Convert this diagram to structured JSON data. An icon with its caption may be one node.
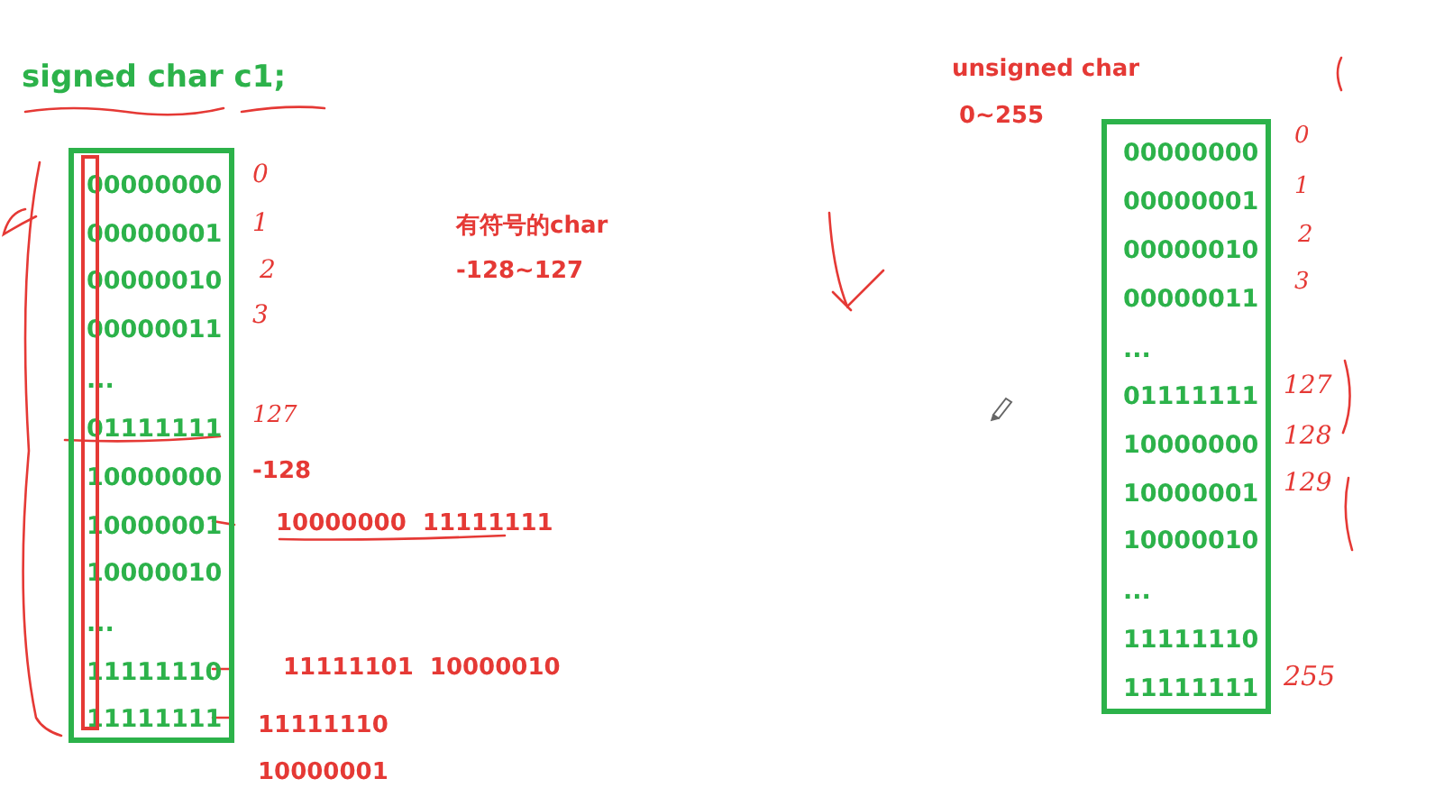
{
  "diagram": {
    "nodes": [
      {
        "text": [
          "00000000",
          "00000001",
          "00000010",
          "00000011",
          "...",
          "01111111",
          "10000000",
          "10000001",
          "10000010",
          "...",
          "11111110",
          "11111111"
        ]
      },
      {
        "text": [
          "00000000",
          "00000001",
          "00000010",
          "00000011",
          "...",
          "01111111",
          "10000000",
          "10000001",
          "10000010",
          "...",
          "11111110",
          "11111111"
        ]
      }
    ],
    "edges": [],
    "labels": [
      "signed char c1;",
      "0",
      "1",
      "2",
      "3",
      "有符号的char",
      "-128~127",
      "127",
      "-128",
      "10000000  11111111",
      "11111101  10000010",
      "11111110",
      "10000001",
      "unsigned char",
      "0~255",
      "0",
      "1",
      "2",
      "3",
      "127",
      "128",
      "129",
      "255"
    ]
  }
}
